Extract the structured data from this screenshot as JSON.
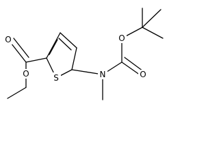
{
  "structure": {
    "colors": {
      "bond": "#000000",
      "background": "#ffffff"
    },
    "atoms": {
      "ester_carbonyl_o": "O",
      "ester_ether_o": "O",
      "sulfur": "S",
      "nitrogen": "N",
      "boc_carbonyl_o": "O",
      "boc_ether_o": "O"
    }
  }
}
